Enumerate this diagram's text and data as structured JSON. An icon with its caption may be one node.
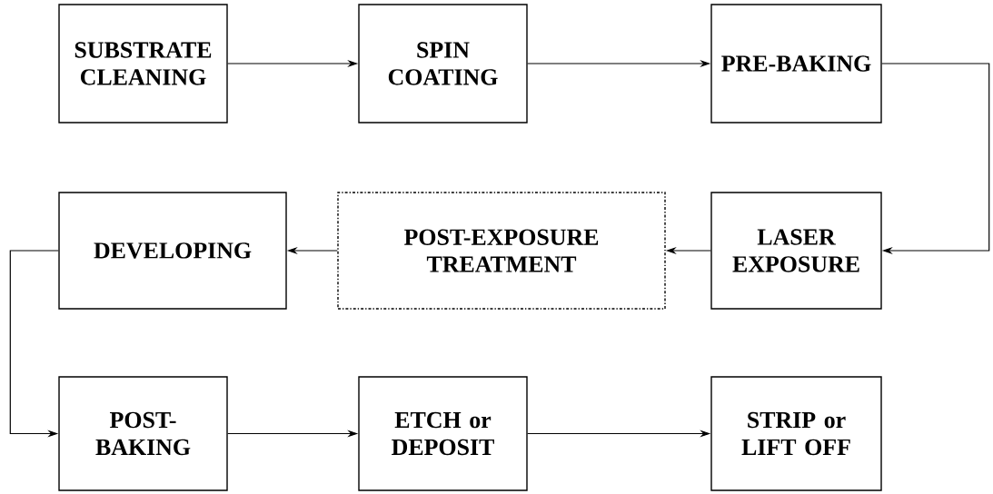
{
  "diagram": {
    "nodes": [
      {
        "text": [
          "SUBSTRATE CLEANING"
        ]
      },
      {
        "text": [
          "SPIN COATING"
        ]
      },
      {
        "text": [
          "PRE-BAKING"
        ]
      },
      {
        "text": [
          "DEVELOPING"
        ]
      },
      {
        "text": [
          "POST-EXPOSURE TREATMENT"
        ]
      },
      {
        "text": [
          "LASER EXPOSURE"
        ]
      },
      {
        "text": [
          "POST-BAKING"
        ]
      },
      {
        "text": [
          "ETCH or DEPOSIT"
        ]
      },
      {
        "text": [
          "STRIP or LIFT OFF"
        ]
      }
    ],
    "edges": [
      {
        "from": 0,
        "to": 1,
        "arrow": "to"
      },
      {
        "from": 1,
        "to": 2,
        "arrow": "to"
      },
      {
        "from": 2,
        "to": 5,
        "arrow": "to"
      },
      {
        "from": 5,
        "to": 4,
        "arrow": "to"
      },
      {
        "from": 4,
        "to": 3,
        "arrow": "to"
      },
      {
        "from": 3,
        "to": 6,
        "arrow": "to"
      },
      {
        "from": 6,
        "to": 7,
        "arrow": "to"
      },
      {
        "from": 7,
        "to": 8,
        "arrow": "to"
      }
    ]
  }
}
